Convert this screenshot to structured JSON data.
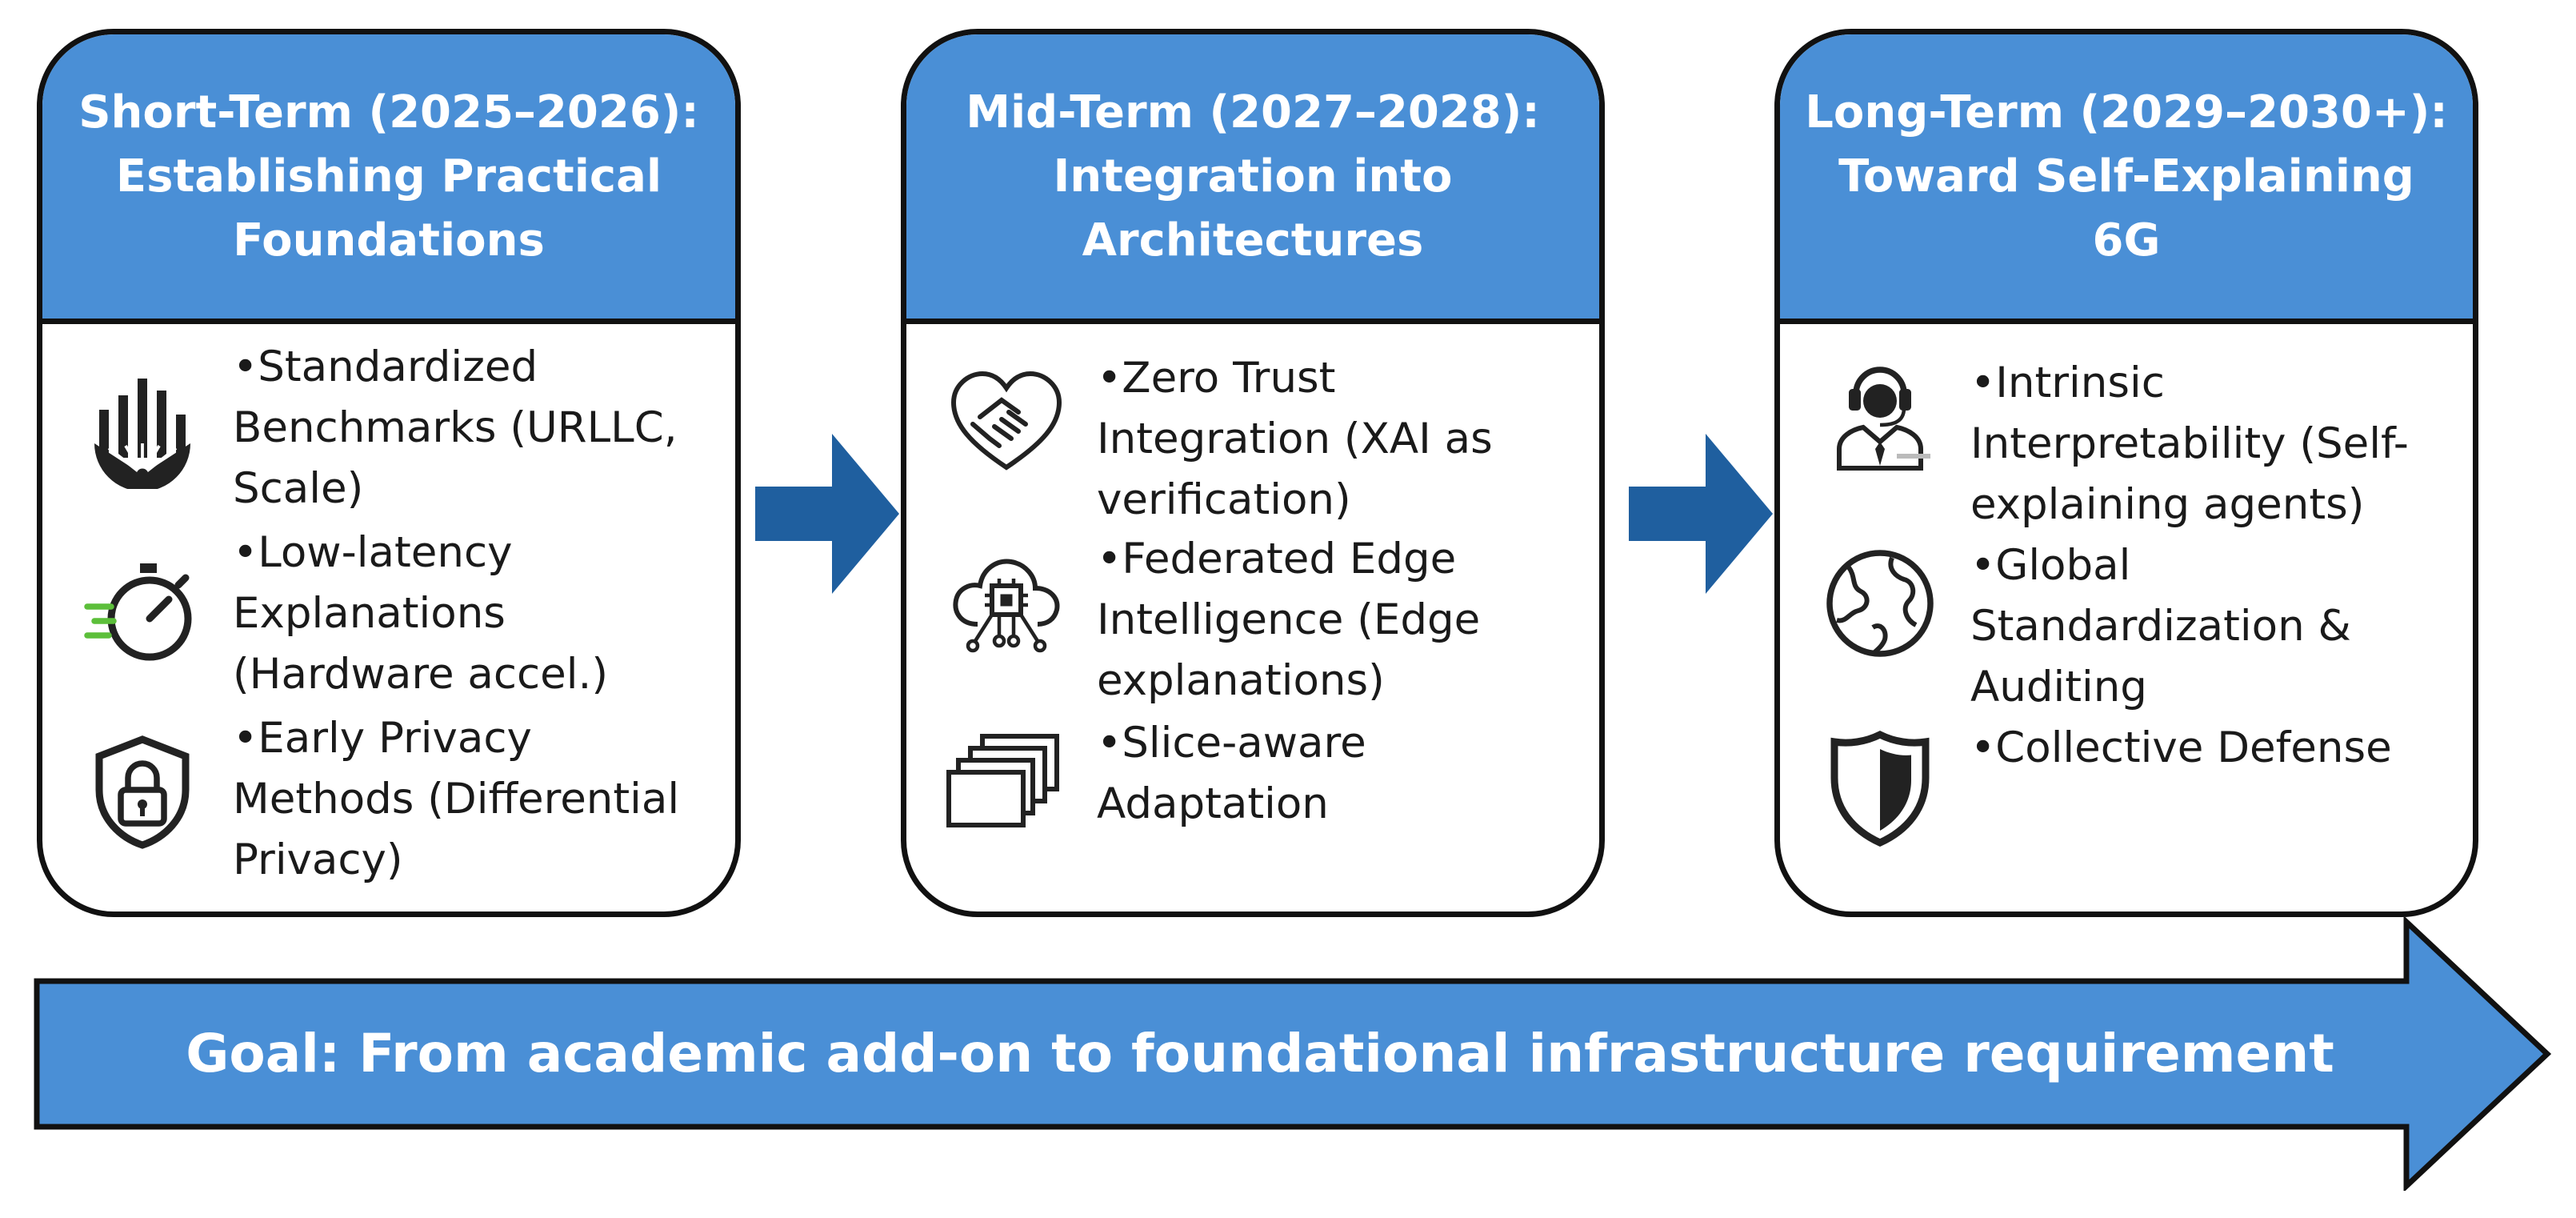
{
  "phases": [
    {
      "title": "Short-Term (2025–2026):\nEstablishing Practical\nFoundations",
      "items": [
        {
          "icon": "benchmark-chart-icon",
          "text": "•Standardized\nBenchmarks (URLLC,\nScale)"
        },
        {
          "icon": "stopwatch-icon",
          "text": "•Low-latency\nExplanations\n(Hardware accel.)"
        },
        {
          "icon": "privacy-shield-lock-icon",
          "text": "•Early Privacy\nMethods (Differential\nPrivacy)"
        }
      ]
    },
    {
      "title": "Mid-Term (2027–2028):\nIntegration into\nArchitectures",
      "items": [
        {
          "icon": "heart-handshake-icon",
          "text": "•Zero Trust\nIntegration (XAI as\nverification)"
        },
        {
          "icon": "cloud-chip-icon",
          "text": "•Federated Edge\nIntelligence (Edge\nexplanations)"
        },
        {
          "icon": "stacked-layers-icon",
          "text": "•Slice-aware\nAdaptation"
        }
      ]
    },
    {
      "title": "Long-Term (2029–2030+):\nToward Self-Explaining\n6G",
      "items": [
        {
          "icon": "support-agent-icon",
          "text": "•Intrinsic\nInterpretability (Self-\nexplaining agents)"
        },
        {
          "icon": "globe-icon",
          "text": "•Global\nStandardization &\nAuditing"
        },
        {
          "icon": "defense-shield-icon",
          "text": "•Collective Defense"
        }
      ]
    }
  ],
  "goal": "Goal: From academic add-on to foundational infrastructure requirement",
  "colors": {
    "header_fill": "#4a8fd6",
    "arrow_fill": "#1f5f9f",
    "goal_fill": "#4a8fd6",
    "border": "#111111",
    "icon_accent_green": "#5cbf3a"
  }
}
